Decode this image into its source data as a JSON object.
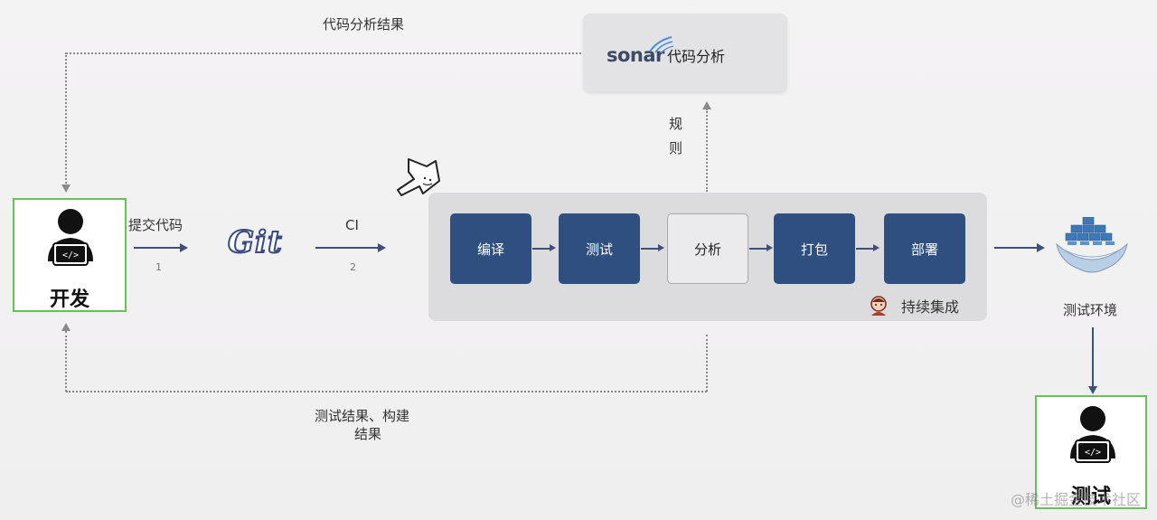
{
  "feedback": {
    "code_analysis_result": "代码分析结果",
    "test_build_result_line1": "测试结果、构建",
    "test_build_result_line2": "结果"
  },
  "sonar": {
    "logo_text": "sonar",
    "label": "代码分析"
  },
  "rules_label": "规\n则",
  "rules_char_1": "规",
  "rules_char_2": "则",
  "developer": {
    "name": "开发",
    "icon": "developer-laptop-icon"
  },
  "tester": {
    "name": "测试",
    "icon": "tester-laptop-icon"
  },
  "steps": {
    "submit_code": "提交代码",
    "submit_number": "1",
    "git_logo": "Git",
    "ci_label": "CI",
    "ci_number": "2"
  },
  "pipeline": {
    "stages": [
      {
        "label": "编译",
        "style": "dark"
      },
      {
        "label": "测试",
        "style": "dark"
      },
      {
        "label": "分析",
        "style": "light"
      },
      {
        "label": "打包",
        "style": "dark"
      },
      {
        "label": "部署",
        "style": "dark"
      }
    ],
    "jenkins_icon": "jenkins-butler-icon",
    "label": "持续集成"
  },
  "test_environment": {
    "label": "测试环境",
    "icon": "docker-whale-icon"
  },
  "watermark": "@稀土掘金技术社区",
  "colors": {
    "stage_dark": "#2e4f7f",
    "stage_light": "#ebebee",
    "person_border": "#6bbf5a",
    "arrow": "#3e4f7a",
    "dotted": "#8a8a8a"
  }
}
